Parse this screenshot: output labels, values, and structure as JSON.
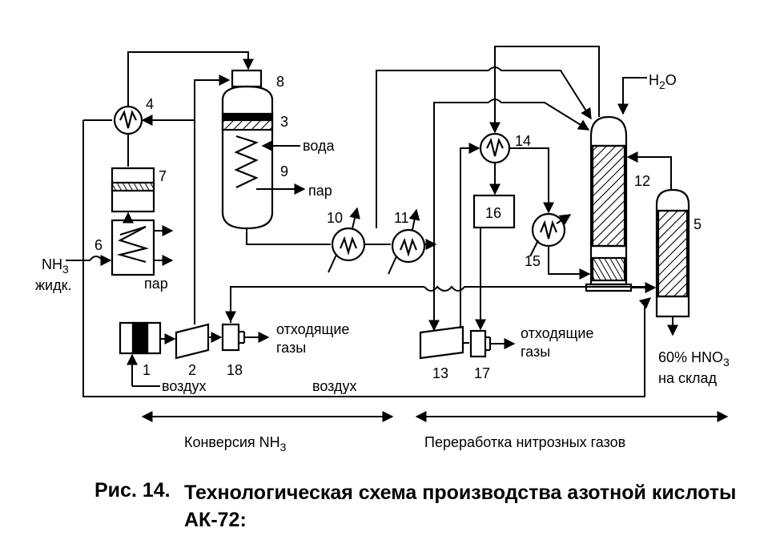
{
  "labels": {
    "n1": "1",
    "n2": "2",
    "n3": "3",
    "n4": "4",
    "n5": "5",
    "n6": "6",
    "n7": "7",
    "n8": "8",
    "n9": "9",
    "n10": "10",
    "n11": "11",
    "n12": "12",
    "n13": "13",
    "n14": "14",
    "n15": "15",
    "n16": "16",
    "n17": "17",
    "n18": "18"
  },
  "streams": {
    "water": "вода",
    "steam1": "пар",
    "steam2": "пар",
    "nh3_main": "NH",
    "nh3_sub": "3",
    "liquid": "жидк.",
    "air1": "воздух",
    "air2": "воздух",
    "exhaust1_line1": "отходящие",
    "exhaust1_line2": "газы",
    "exhaust2_line1": "отходящие",
    "exhaust2_line2": "газы",
    "h2o_h": "H",
    "h2o_sub": "2",
    "h2o_o": "O",
    "product_line1_pre": "60% HNO",
    "product_line1_sub": "3",
    "product_line2": "на склад"
  },
  "sections": {
    "conversion_pre": "Конверсия  NH",
    "conversion_sub": "3",
    "processing": "Переработка нитрозных газов"
  },
  "caption": {
    "prefix": "Рис. 14.",
    "text": "Технологическая схема производства азотной кислоты АК-72:"
  }
}
